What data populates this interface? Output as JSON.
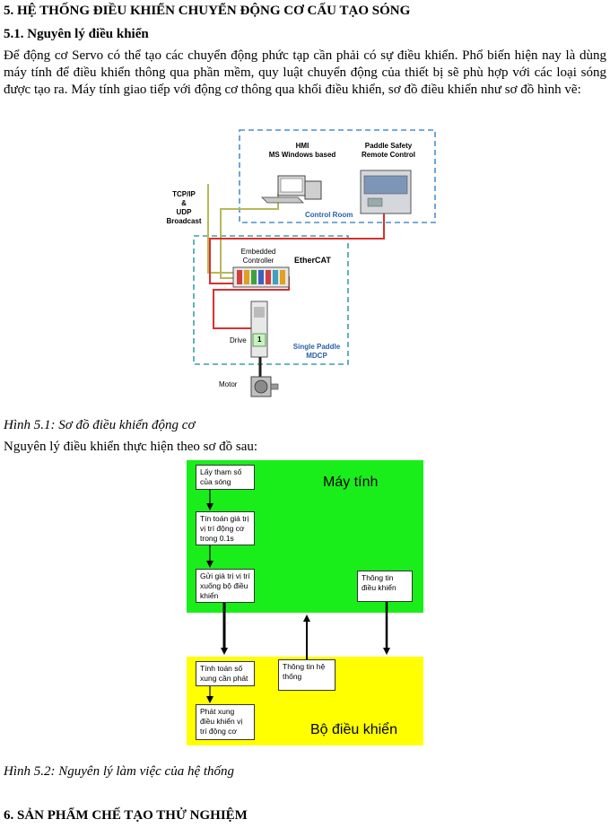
{
  "headings": {
    "section5": "5. HỆ THỐNG ĐIỀU KHIỂN CHUYỂN ĐỘNG CƠ CẤU TẠO SÓNG",
    "section51": "5.1. Nguyên lý điều khiển",
    "section6": "6. SẢN PHẨM CHẾ TẠO THỬ NGHIỆM"
  },
  "paragraph1": "Để động cơ Servo có thể tạo các chuyển động phức tạp cần phải có sự điều khiển. Phổ biến hiện nay là dùng máy tính để điều khiển thông qua phần mềm, quy luật chuyển động của thiết bị sẽ phù hợp với các loại sóng được tạo ra. Máy tính giao tiếp với động cơ thông qua khối điều khiển, sơ đồ điều khiển như sơ đồ hình vẽ:",
  "figure1": {
    "hmi_line1": "HMI",
    "hmi_line2": "MS Windows based",
    "paddle_line1": "Paddle Safety",
    "paddle_line2": "Remote Control",
    "control_room": "Control Room",
    "tcp_line1": "TCP/IP",
    "tcp_line2": "&",
    "tcp_line3": "UDP",
    "tcp_line4": "Broadcast",
    "embedded_line1": "Embedded",
    "embedded_line2": "Controller",
    "ethercat": "EtherCAT",
    "drive": "Drive",
    "drive_number": "1",
    "single_paddle_line1": "Single Paddle",
    "single_paddle_line2": "MDCP",
    "motor": "Motor",
    "caption": "Hình 5.1: Sơ đồ điều khiển động cơ"
  },
  "paragraph2": "Nguyên lý điều khiển thực hiện theo sơ đồ sau:",
  "figure2": {
    "computer_title": "Máy tính",
    "controller_title": "Bộ điều khiển",
    "steps": {
      "get_params": "Lấy tham số của sóng",
      "compute_position": "Tín toán giá trị vị trí động cơ trong 0.1s",
      "send_position": "Gửi giá trị vị trí xuống bộ điều khiển",
      "info_control": "Thông tin điều khiển",
      "compute_pulse": "Tính toán số xung cần phát",
      "system_info": "Thông tin hệ thống",
      "emit_pulse": "Phát xung điều khiển vị trí động cơ"
    },
    "colors": {
      "computer": "#1aee1a",
      "controller": "#ffff00"
    },
    "caption": "Hình 5.2: Nguyên lý làm việc của hệ thống"
  }
}
